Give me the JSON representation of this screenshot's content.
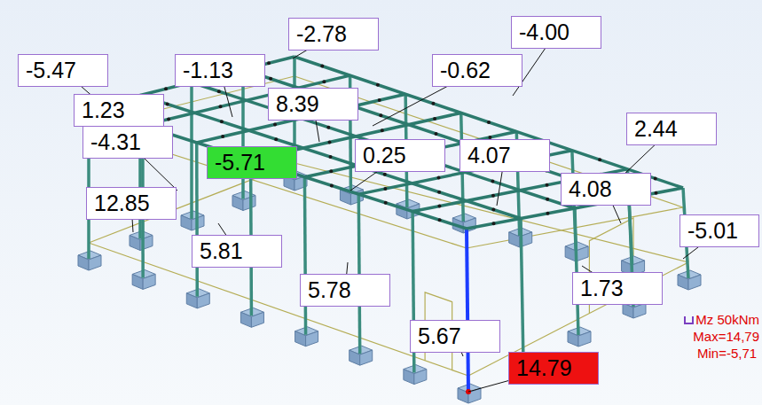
{
  "diagram": {
    "nodes": [
      {
        "text": [
          "-2.78"
        ]
      },
      {
        "text": [
          "-4.00"
        ]
      },
      {
        "text": [
          "-5.47"
        ]
      },
      {
        "text": [
          "-1.13"
        ]
      },
      {
        "text": [
          "-0.62"
        ]
      },
      {
        "text": [
          "1.23"
        ]
      },
      {
        "text": [
          "8.39"
        ]
      },
      {
        "text": [
          "2.44"
        ]
      },
      {
        "text": [
          "-4.31"
        ]
      },
      {
        "text": [
          "-5.71"
        ]
      },
      {
        "text": [
          "0.25"
        ]
      },
      {
        "text": [
          "4.07"
        ]
      },
      {
        "text": [
          "4.08"
        ]
      },
      {
        "text": [
          "-5.01"
        ]
      },
      {
        "text": [
          "12.85"
        ]
      },
      {
        "text": [
          "5.81"
        ]
      },
      {
        "text": [
          "5.78"
        ]
      },
      {
        "text": [
          "1.73"
        ]
      },
      {
        "text": [
          "5.67"
        ]
      },
      {
        "text": [
          "14.79"
        ]
      }
    ],
    "labels": [
      "Mz  50kNm",
      "Max=14,79",
      "Min=-5,71"
    ]
  }
}
